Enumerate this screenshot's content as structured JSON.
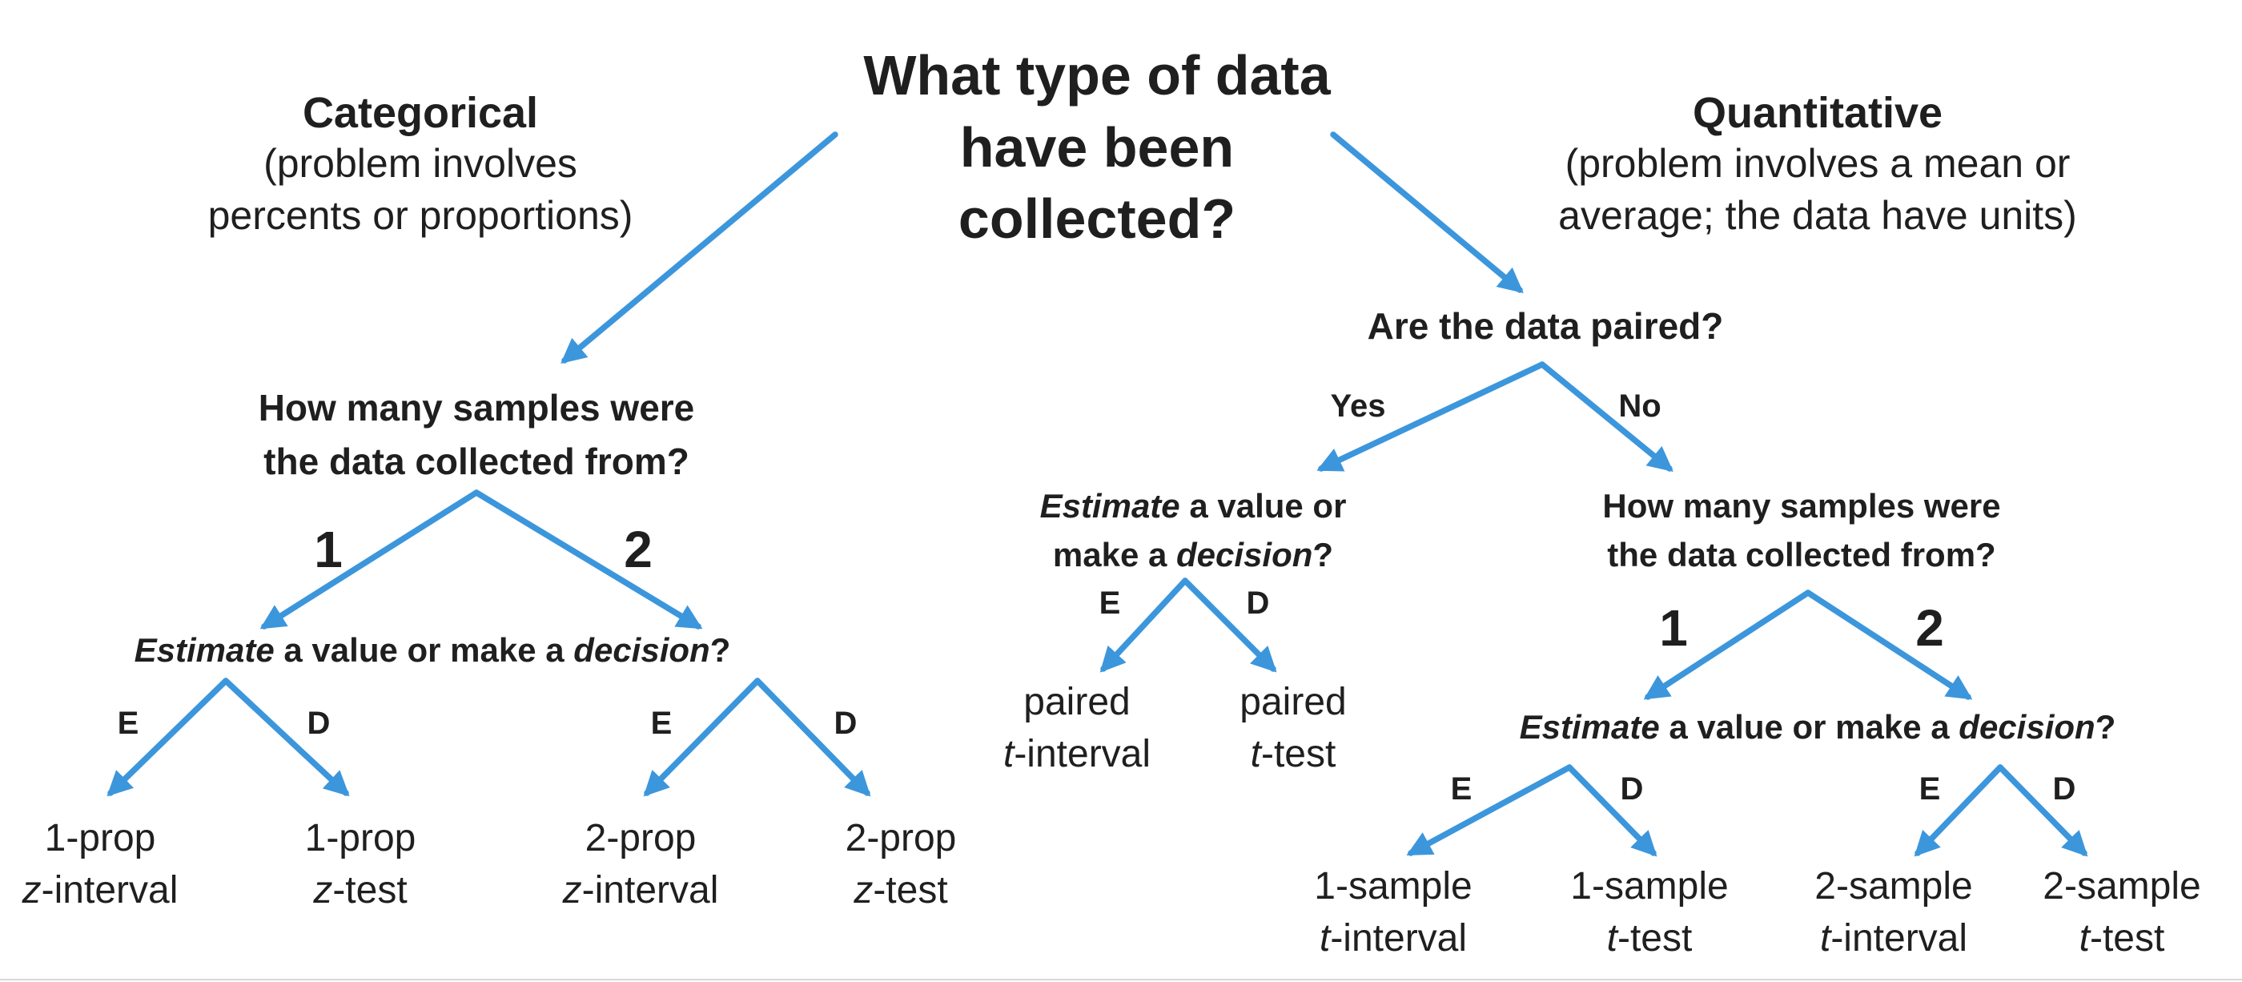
{
  "colors": {
    "arrow": "#3c96dc",
    "text": "#1f1f1f"
  },
  "root": {
    "line1": "What type of data",
    "line2": "have been",
    "line3": "collected?"
  },
  "categorical": {
    "title": "Categorical",
    "sub1": "(problem involves",
    "sub2": "percents or proportions)",
    "samples_q1": "How many samples were",
    "samples_q2": "the data collected from?",
    "branch_1": "1",
    "branch_2": "2",
    "est_q": {
      "a": "Estimate",
      "b": " a value or make a ",
      "c": "decision",
      "d": "?"
    },
    "e1": "E",
    "d1": "D",
    "e2": "E",
    "d2": "D",
    "leaves": [
      {
        "l1": "1-prop",
        "pre": "z",
        "post": "-interval"
      },
      {
        "l1": "1-prop",
        "pre": "z",
        "post": "-test"
      },
      {
        "l1": "2-prop",
        "pre": "z",
        "post": "-interval"
      },
      {
        "l1": "2-prop",
        "pre": "z",
        "post": "-test"
      }
    ]
  },
  "quantitative": {
    "title": "Quantitative",
    "sub1": "(problem involves a mean or",
    "sub2": "average; the data have units)",
    "paired_q": "Are the data paired?",
    "yes": "Yes",
    "no": "No",
    "paired_est": {
      "a": "Estimate",
      "b": " a value or",
      "c": "make a ",
      "d": "decision",
      "e": "?"
    },
    "pe": "E",
    "pd": "D",
    "paired_leaves": [
      {
        "l1": "paired",
        "pre": "t",
        "post": "-interval"
      },
      {
        "l1": "paired",
        "pre": "t",
        "post": "-test"
      }
    ],
    "samples_q1": "How many samples were",
    "samples_q2": "the data collected from?",
    "branch_1": "1",
    "branch_2": "2",
    "est_q": {
      "a": "Estimate",
      "b": " a value or make a ",
      "c": "decision",
      "d": "?"
    },
    "e1": "E",
    "d1": "D",
    "e2": "E",
    "d2": "D",
    "leaves": [
      {
        "l1": "1-sample",
        "pre": "t",
        "post": "-interval"
      },
      {
        "l1": "1-sample",
        "pre": "t",
        "post": "-test"
      },
      {
        "l1": "2-sample",
        "pre": "t",
        "post": "-interval"
      },
      {
        "l1": "2-sample",
        "pre": "t",
        "post": "-test"
      }
    ]
  }
}
